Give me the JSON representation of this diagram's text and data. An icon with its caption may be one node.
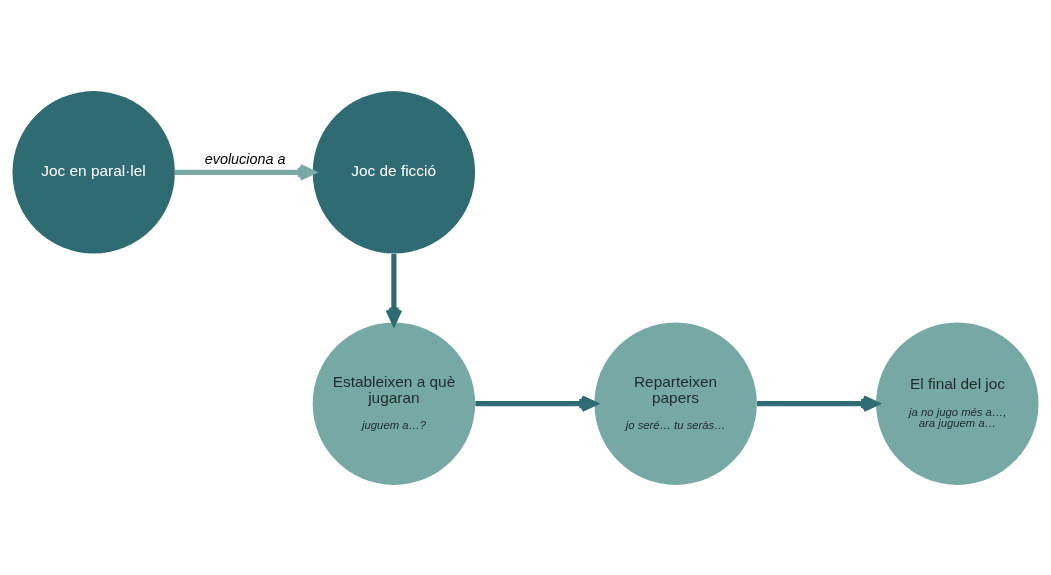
{
  "diagram": {
    "nodes": [
      {
        "text": [
          "Joc en paral·lel"
        ]
      },
      {
        "text": [
          "Joc de ficció"
        ]
      },
      {
        "text": [
          "Estableixen a què jugaran",
          "juguem a…?"
        ]
      },
      {
        "text": [
          "Reparteixen papers",
          "jo seré… tu seràs…"
        ]
      },
      {
        "text": [
          "El final del joc",
          "ja no jugo més a…, ara juguem a…"
        ]
      }
    ],
    "edges": [
      {
        "from": 0,
        "to": 1,
        "arrow": "to",
        "label": "evoluciona a",
        "color": "#79aaa6"
      },
      {
        "from": 1,
        "to": 2,
        "arrow": "to"
      },
      {
        "from": 2,
        "to": 3,
        "arrow": "to"
      },
      {
        "from": 3,
        "to": 4,
        "arrow": "to"
      }
    ]
  }
}
